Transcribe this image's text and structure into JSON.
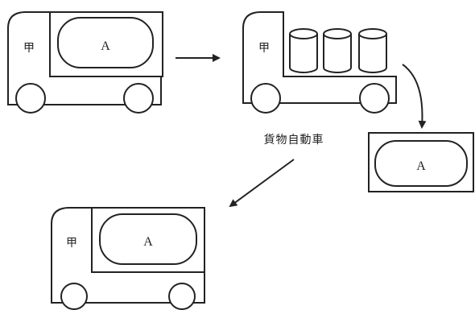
{
  "trucks": [
    {
      "cab_label": "甲",
      "cargo_label": "A",
      "cargo": "tank"
    },
    {
      "cab_label": "甲",
      "cargo": "drums"
    },
    {
      "cab_label": "甲",
      "cargo_label": "A",
      "cargo": "tank"
    }
  ],
  "standalone_container": {
    "label": "A"
  },
  "caption": "貨物自動車"
}
